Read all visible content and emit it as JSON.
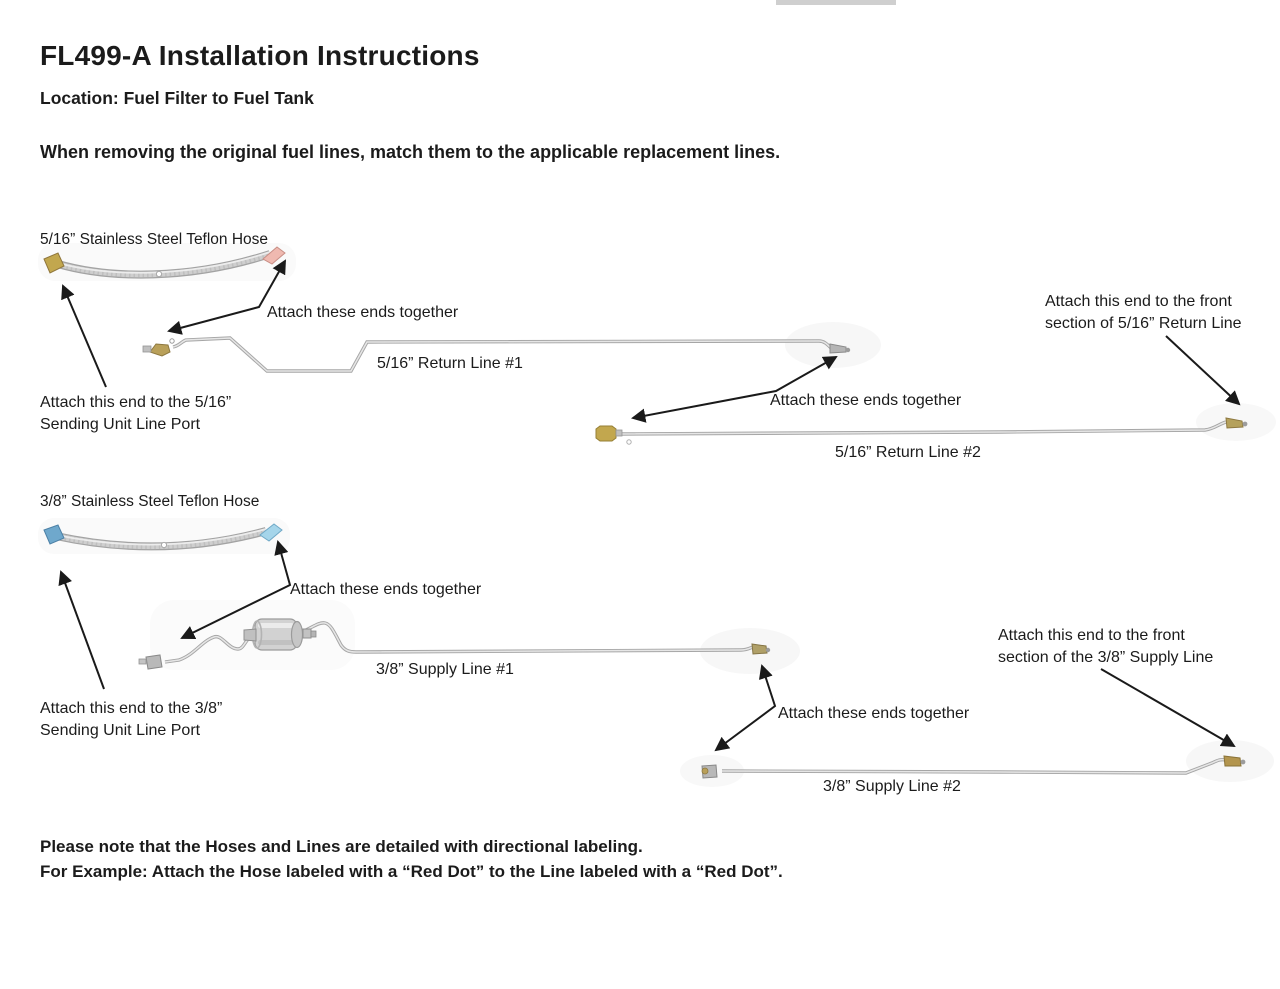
{
  "page": {
    "title": "FL499-A Installation Instructions",
    "location": "Location: Fuel Filter to Fuel Tank",
    "warning": "When removing the original fuel lines, match them to the applicable replacement lines.",
    "note_line1": "Please note that the Hoses and Lines are detailed with directional labeling.",
    "note_line2": "For Example: Attach the Hose labeled with a “Red Dot” to the Line labeled with a “Red Dot”."
  },
  "section_516": {
    "hose_label": "5/16” Stainless Steel Teflon Hose",
    "attach_together_top": "Attach these ends together",
    "return_line_1": "5/16” Return Line #1",
    "sending_unit_line1": "Attach this end to the 5/16”",
    "sending_unit_line2": "Sending Unit Line Port",
    "front_section_line1": "Attach this end to the front",
    "front_section_line2": "section of 5/16” Return Line",
    "attach_together_mid": "Attach these ends together",
    "return_line_2": "5/16” Return Line #2"
  },
  "section_38": {
    "hose_label": "3/8” Stainless Steel Teflon Hose",
    "attach_together_top": "Attach these ends together",
    "supply_line_1": "3/8” Supply Line #1",
    "sending_unit_line1": "Attach this end to the 3/8”",
    "sending_unit_line2": "Sending Unit Line Port",
    "front_section_line1": "Attach this end to the front",
    "front_section_line2": "section of the 3/8” Supply Line",
    "attach_together_bot": "Attach these ends together",
    "supply_line_2": "3/8” Supply Line #2"
  },
  "colors": {
    "text": "#1b1b1b",
    "arrow": "#1a1a1a",
    "line_outer": "#a6a6a6",
    "line_inner": "#e6e6e6",
    "brass_fitting": "#b3954e",
    "red_dot_fitting": "#efb9b0",
    "blue_dot_fitting": "#6fa8cc",
    "light_blue_fitting": "#a5d5ea",
    "top_bar": "#cfcfcf"
  }
}
